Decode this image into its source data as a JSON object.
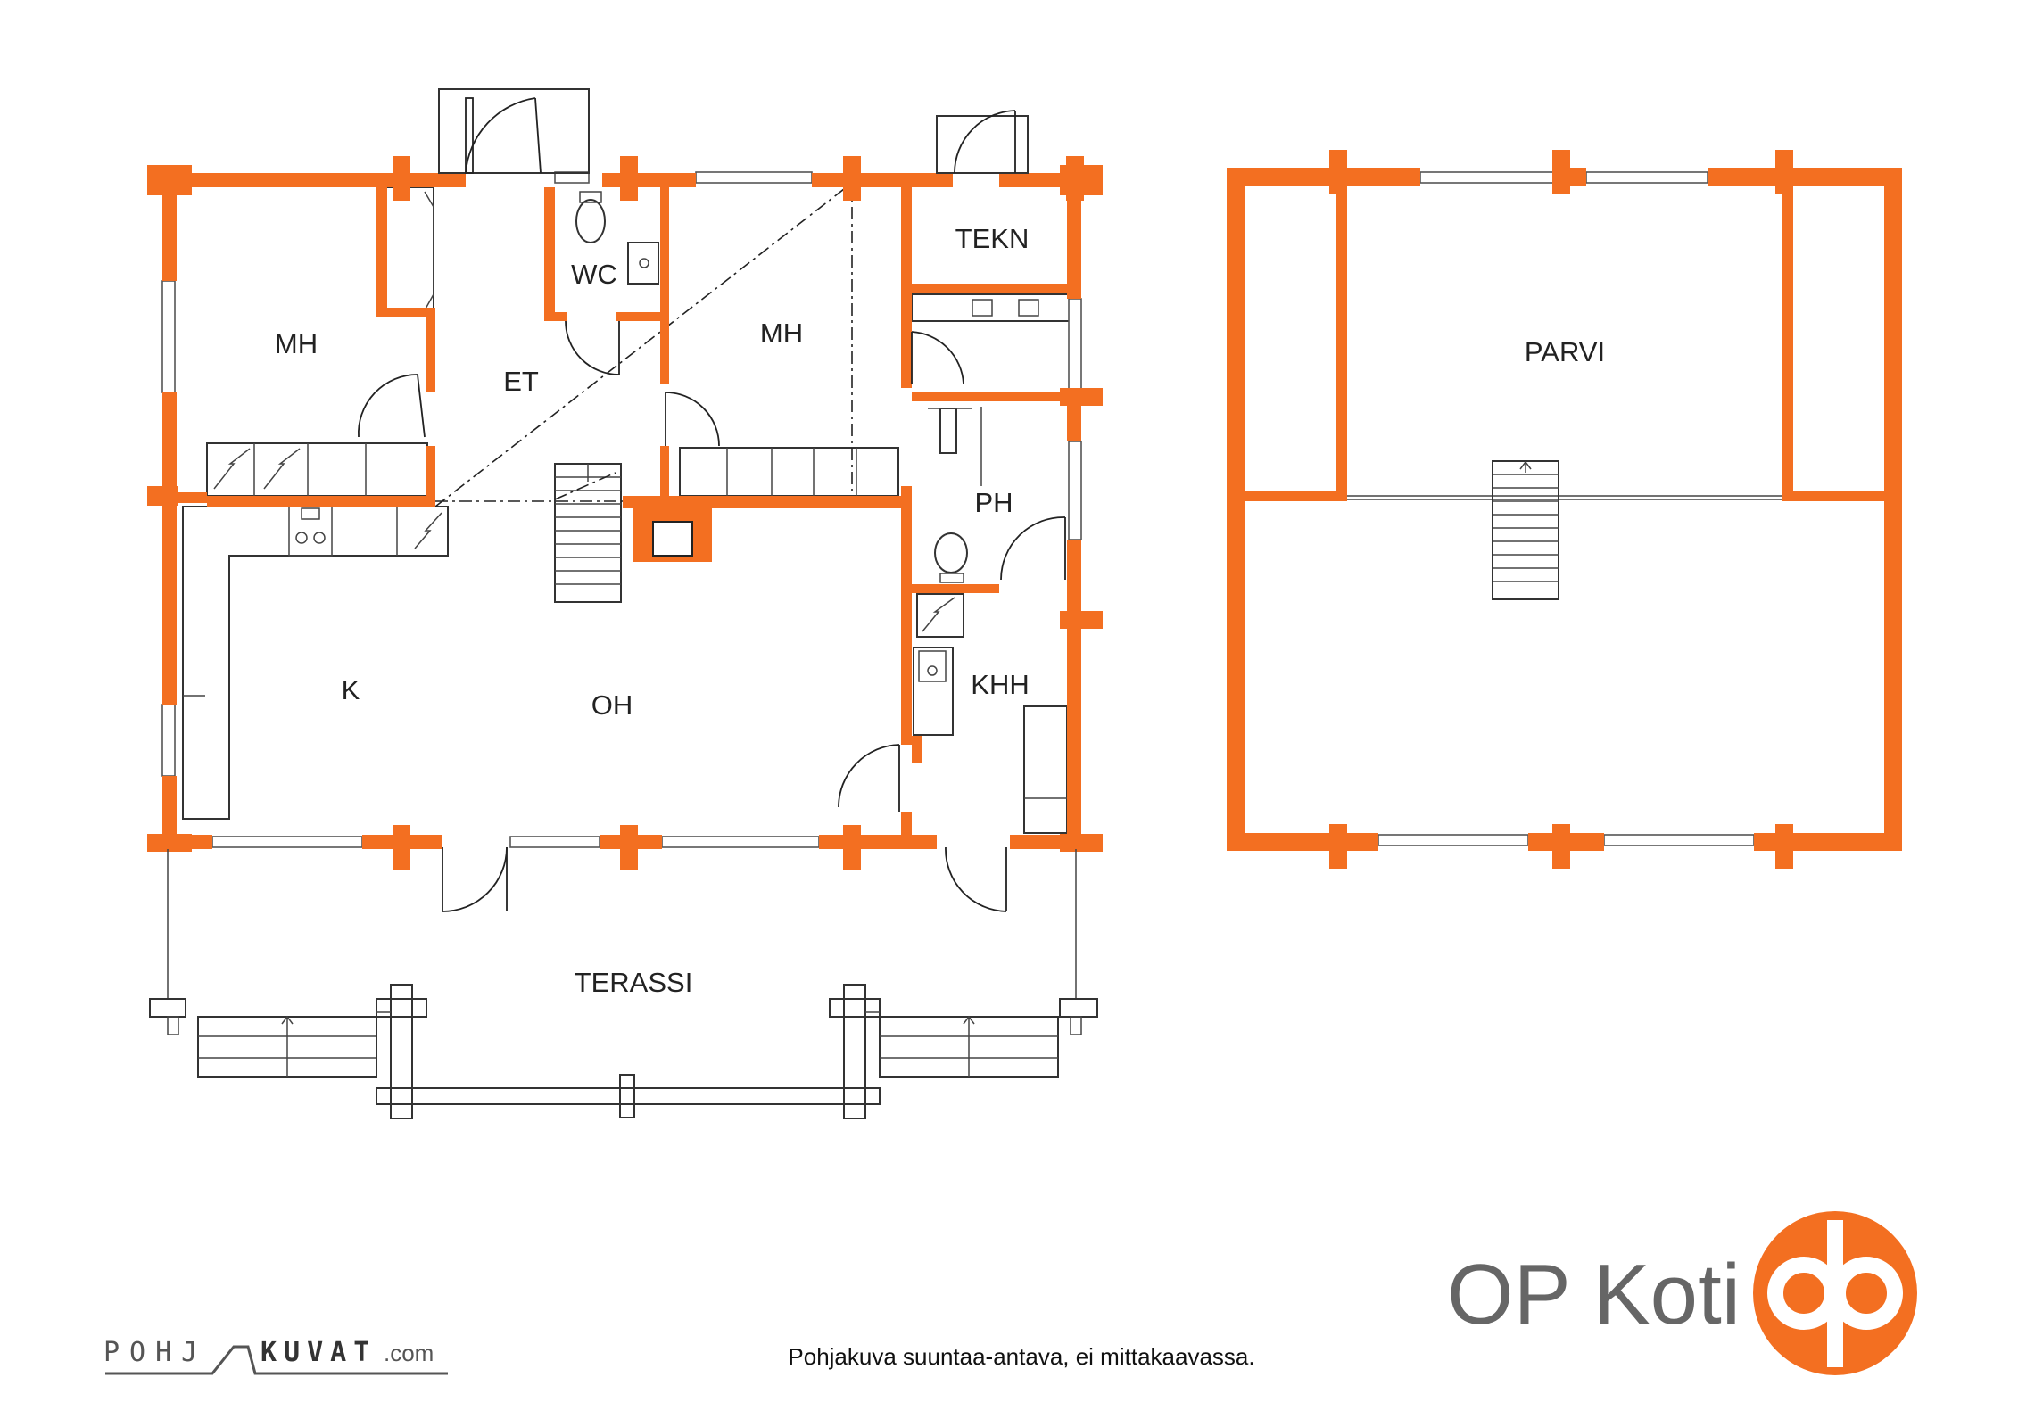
{
  "floor_plan": {
    "ground_floor_rooms": [
      {
        "id": "mh1",
        "label": "MH"
      },
      {
        "id": "et",
        "label": "ET"
      },
      {
        "id": "wc",
        "label": "WC"
      },
      {
        "id": "mh2",
        "label": "MH"
      },
      {
        "id": "tekn",
        "label": "TEKN"
      },
      {
        "id": "ph",
        "label": "PH"
      },
      {
        "id": "k",
        "label": "K"
      },
      {
        "id": "oh",
        "label": "OH"
      },
      {
        "id": "khh",
        "label": "KHH"
      },
      {
        "id": "terassi",
        "label": "TERASSI"
      }
    ],
    "loft_rooms": [
      {
        "id": "parvi",
        "label": "PARVI"
      }
    ]
  },
  "footer": {
    "disclaimer": "Pohjakuva suuntaa-antava, ei mittakaavassa.",
    "brand_name": "OP Koti",
    "credit_logo_part1": "POHJ",
    "credit_logo_part2": "KUVAT",
    "credit_logo_part3": ".com"
  },
  "colors": {
    "wall": "#f36f21",
    "brand_logo": "#f36f21",
    "line": "#333333"
  }
}
